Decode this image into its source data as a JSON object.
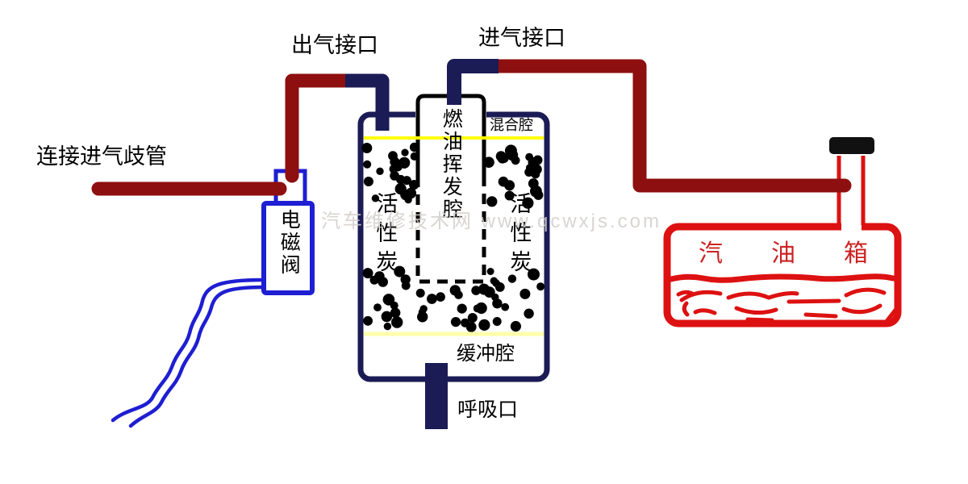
{
  "diagram": {
    "labels": {
      "outlet_port": "出气接口",
      "inlet_port": "进气接口",
      "intake_manifold_connection": "连接进气歧管",
      "solenoid_valve": "电磁阀",
      "activated_carbon_left": "活性炭",
      "activated_carbon_right": "活性炭",
      "fuel_evaporation_chamber": "燃油挥发腔",
      "mixing_chamber": "混合腔",
      "buffer_chamber": "缓冲腔",
      "breather_port": "呼吸口",
      "fuel_tank": "汽油箱",
      "watermark": "汽车维修技术网 www.qcwxjs.com"
    },
    "colors": {
      "pipe_dark_red": "#8e0f0f",
      "pipe_navy": "#1b1b55",
      "valve_blue": "#1e1ed2",
      "tank_red": "#dd1111",
      "tank_text_red": "#cc2222",
      "separator_yellow": "#ffff00",
      "separator_pale_yellow": "#ffffaa",
      "carbon_black": "#000000",
      "column_black": "#000000",
      "cap_black": "#111111",
      "watermark_gray": "#d2cecb"
    }
  }
}
